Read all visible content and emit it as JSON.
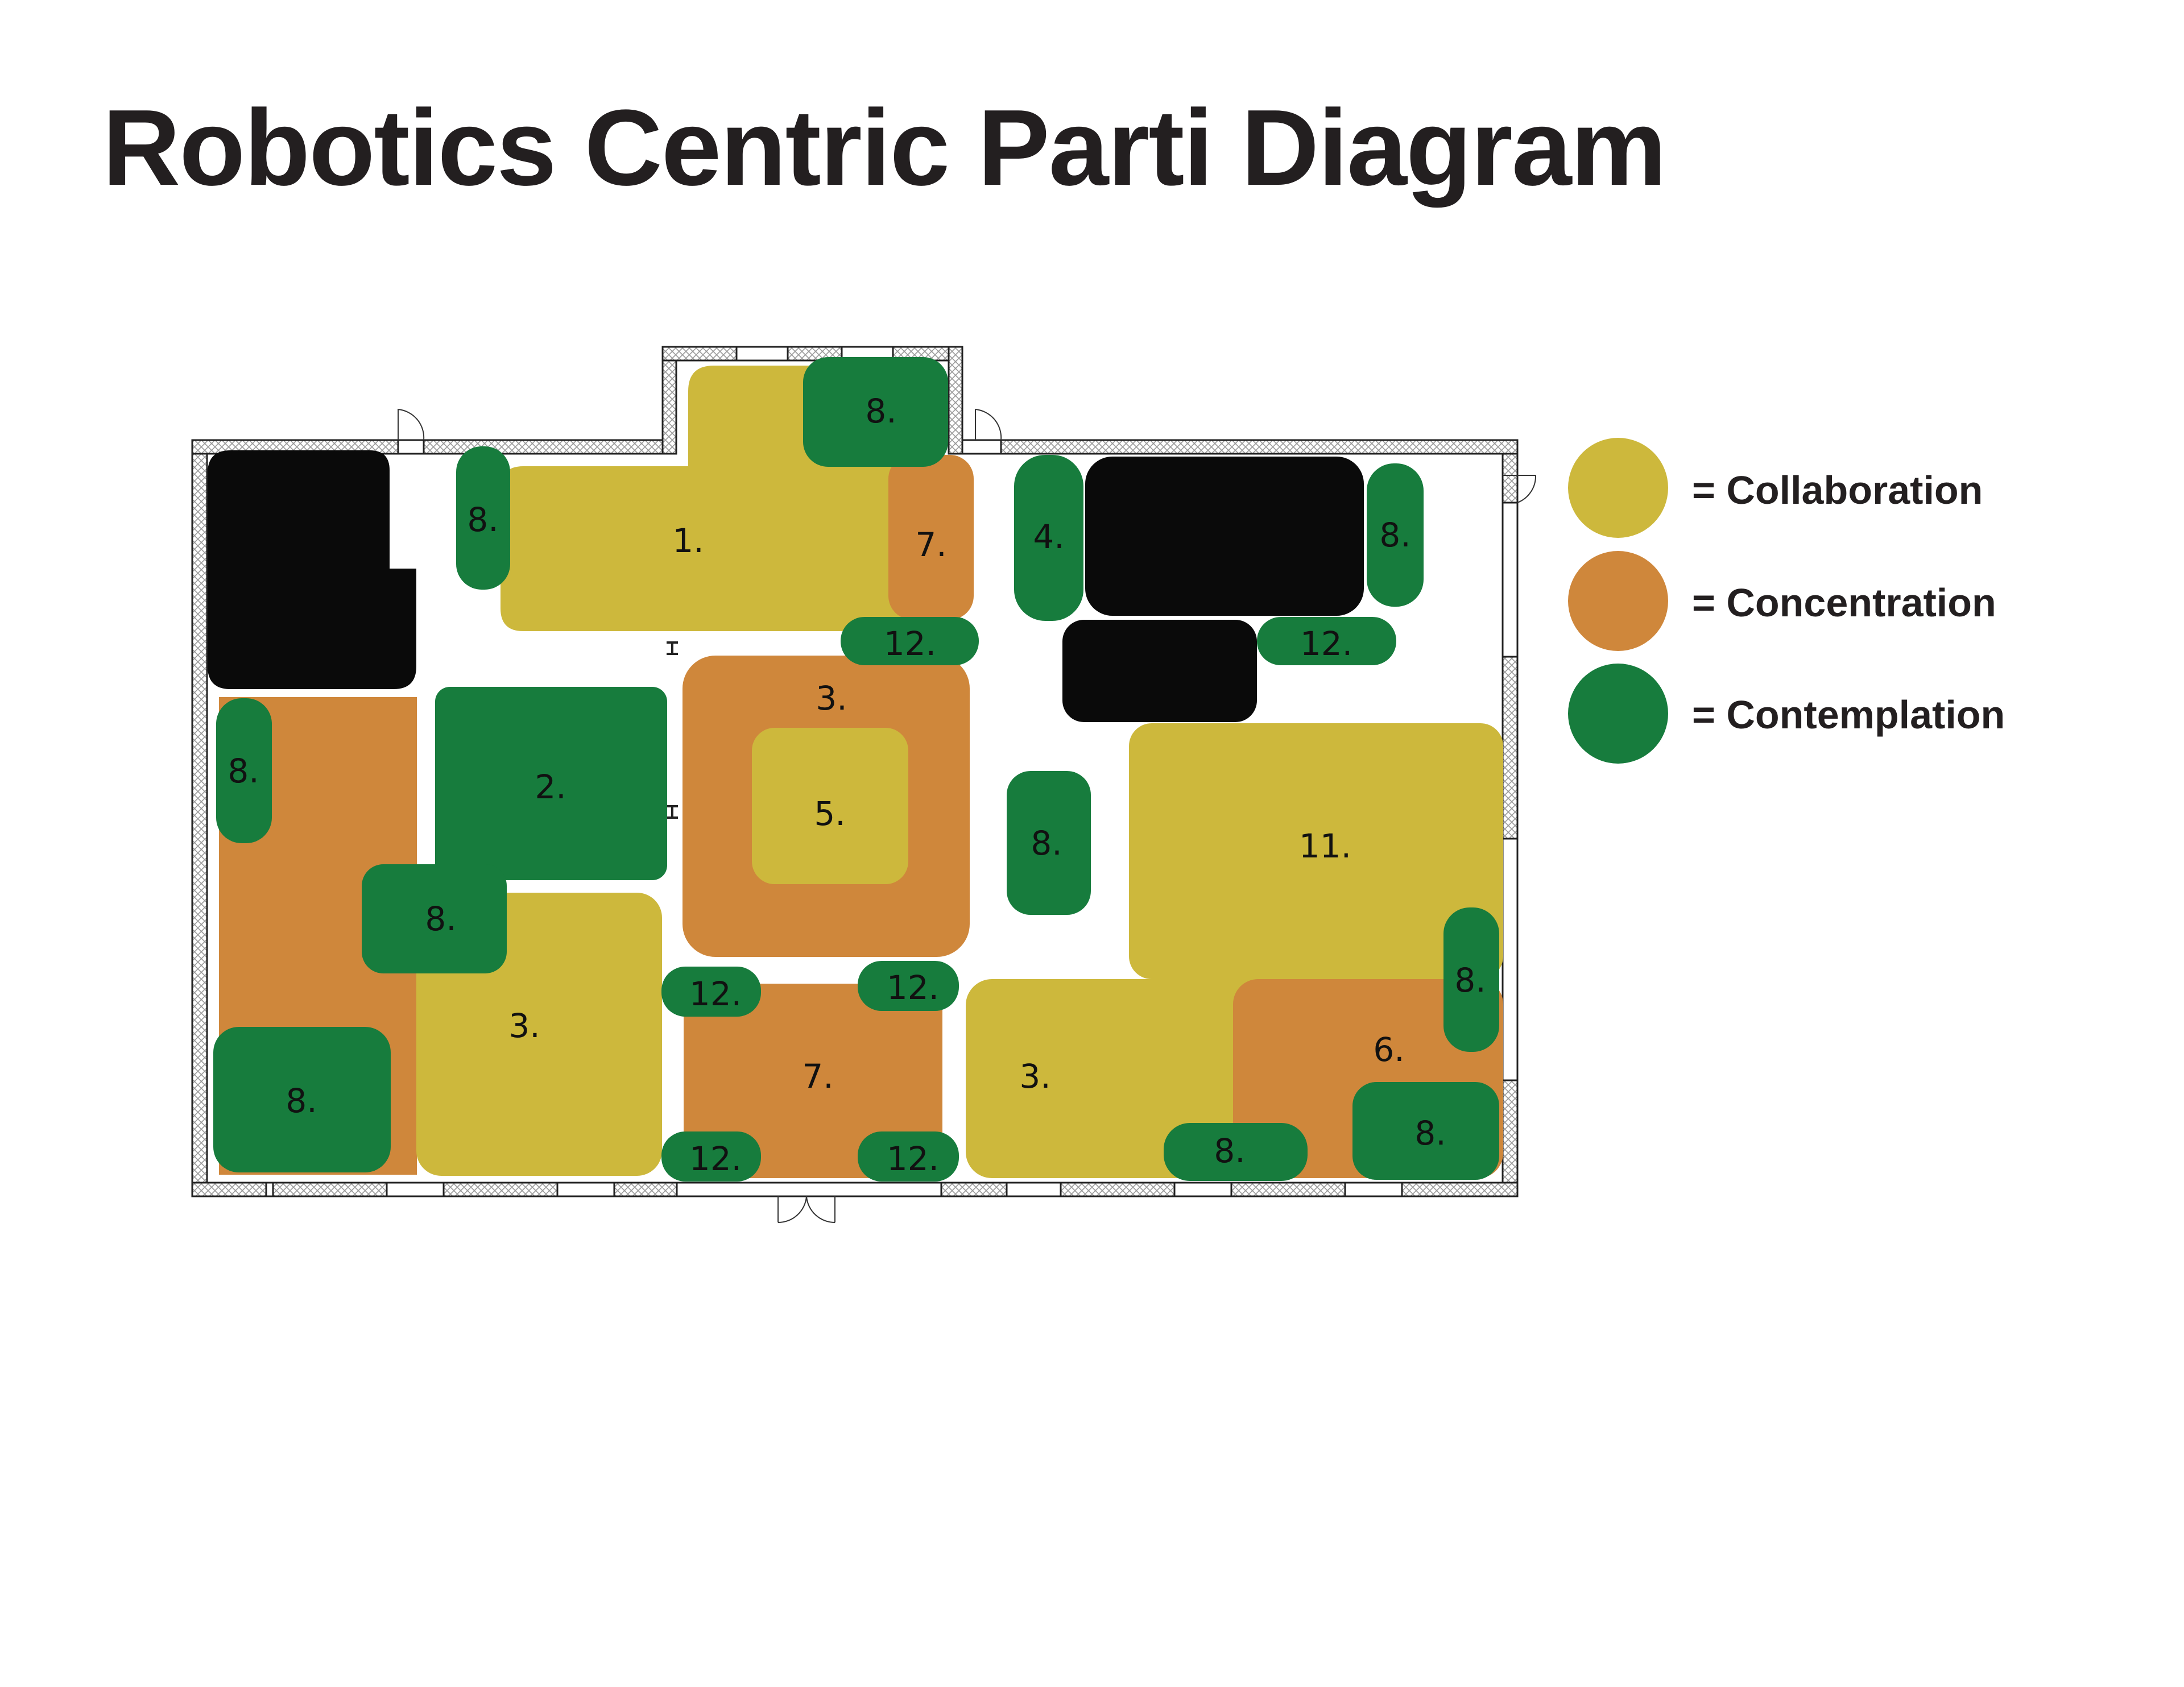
{
  "title": "Robotics Centric Parti Diagram",
  "colors": {
    "collaboration": "#cdb83c",
    "concentration": "#cf873b",
    "contemplation": "#177c3d",
    "support": "#0a0a0a",
    "wall_hatch": "#bdbdbd"
  },
  "legend": [
    {
      "key": "collaboration",
      "label": "= Collaboration"
    },
    {
      "key": "concentration",
      "label": "= Concentration"
    },
    {
      "key": "contemplation",
      "label": "= Contemplation"
    }
  ],
  "zones": [
    {
      "id": "a",
      "label": "",
      "category": "support"
    },
    {
      "id": "b",
      "label": "",
      "category": "support"
    },
    {
      "id": "c",
      "label": "",
      "category": "support"
    },
    {
      "id": "d",
      "label": "1.",
      "category": "collaboration"
    },
    {
      "id": "e",
      "label": "7.",
      "category": "concentration"
    },
    {
      "id": "f",
      "label": "",
      "category": "concentration"
    },
    {
      "id": "g",
      "label": "3.",
      "category": "concentration"
    },
    {
      "id": "h",
      "label": "5.",
      "category": "collaboration"
    },
    {
      "id": "i",
      "label": "2.",
      "category": "contemplation"
    },
    {
      "id": "j",
      "label": "3.",
      "category": "collaboration"
    },
    {
      "id": "k",
      "label": "7.",
      "category": "concentration"
    },
    {
      "id": "l",
      "label": "11.",
      "category": "collaboration"
    },
    {
      "id": "m",
      "label": "3.",
      "category": "collaboration"
    },
    {
      "id": "n",
      "label": "6.",
      "category": "concentration"
    },
    {
      "id": "o",
      "label": "8.",
      "category": "contemplation"
    },
    {
      "id": "p",
      "label": "8.",
      "category": "contemplation"
    },
    {
      "id": "q",
      "label": "4.",
      "category": "contemplation"
    },
    {
      "id": "r",
      "label": "8.",
      "category": "contemplation"
    },
    {
      "id": "s",
      "label": "12.",
      "category": "contemplation"
    },
    {
      "id": "t",
      "label": "12.",
      "category": "contemplation"
    },
    {
      "id": "u",
      "label": "8.",
      "category": "contemplation"
    },
    {
      "id": "v",
      "label": "8.",
      "category": "contemplation"
    },
    {
      "id": "w",
      "label": "8.",
      "category": "contemplation"
    },
    {
      "id": "x",
      "label": "8.",
      "category": "contemplation"
    },
    {
      "id": "y",
      "label": "12.",
      "category": "contemplation"
    },
    {
      "id": "z",
      "label": "12.",
      "category": "contemplation"
    },
    {
      "id": "aa",
      "label": "12.",
      "category": "contemplation"
    },
    {
      "id": "ab",
      "label": "12.",
      "category": "contemplation"
    },
    {
      "id": "ac",
      "label": "8.",
      "category": "contemplation"
    },
    {
      "id": "ad",
      "label": "8.",
      "category": "contemplation"
    },
    {
      "id": "ae",
      "label": "8.",
      "category": "contemplation"
    },
    {
      "id": "af",
      "label": "8.",
      "category": "contemplation"
    }
  ]
}
